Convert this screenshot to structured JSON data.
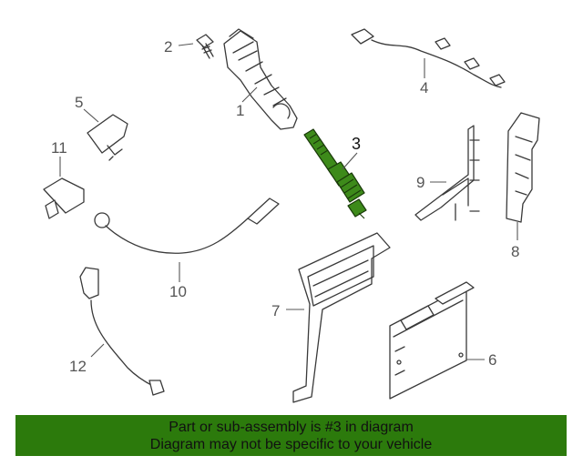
{
  "callouts": {
    "c1": "1",
    "c2": "2",
    "c3": "3",
    "c4": "4",
    "c5": "5",
    "c6": "6",
    "c7": "7",
    "c8": "8",
    "c9": "9",
    "c10": "10",
    "c11": "11",
    "c12": "12"
  },
  "highlight_color": "#3d8a1a",
  "banner_color": "#2c7a0c",
  "footer": {
    "line1": "Part or sub-assembly is #3 in diagram",
    "line2": "Diagram may not be specific to your vehicle"
  }
}
